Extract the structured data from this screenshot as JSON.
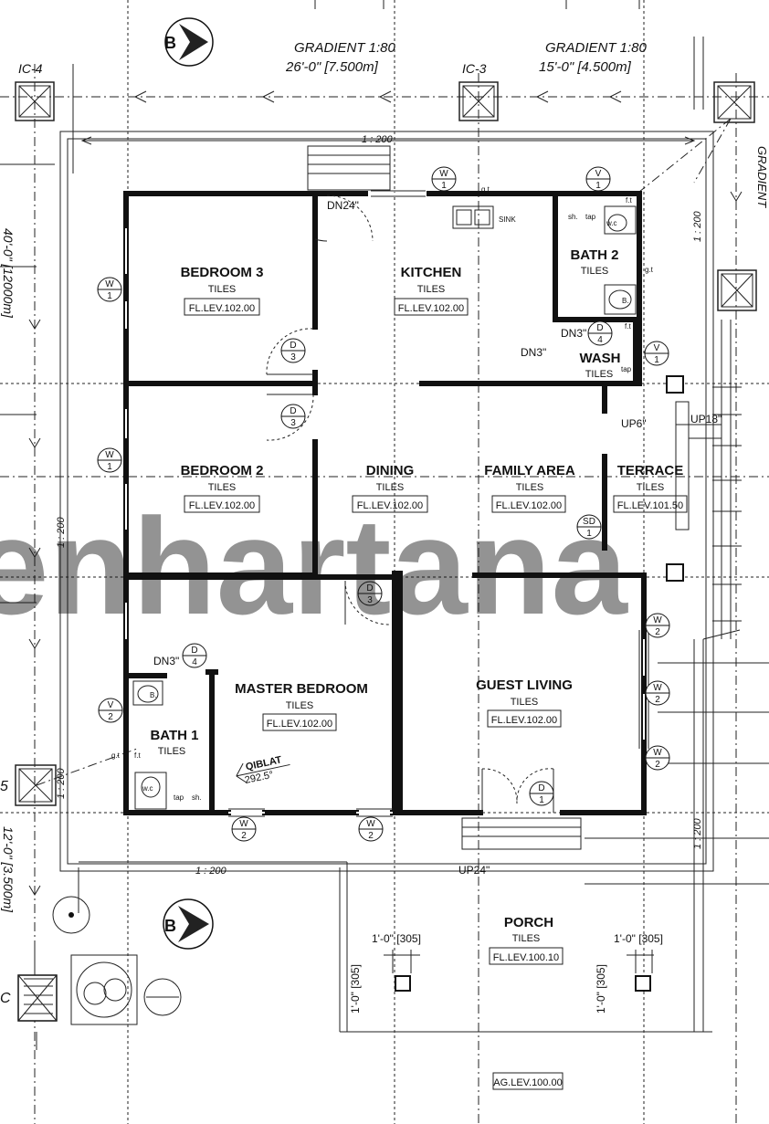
{
  "compass": [
    "B",
    "B"
  ],
  "gradients": [
    {
      "label": "GRADIENT  1:80",
      "dim": "26'-0\" [7.500m]"
    },
    {
      "label": "GRADIENT  1:80",
      "dim": "15'-0\" [4.500m]"
    }
  ],
  "ic_labels": [
    "IC-4",
    "IC-3"
  ],
  "rooms": [
    {
      "id": "bedroom3",
      "name": "BEDROOM 3",
      "finish": "TILES",
      "level": "FL.LEV.102.00"
    },
    {
      "id": "kitchen",
      "name": "KITCHEN",
      "finish": "TILES",
      "level": "FL.LEV.102.00"
    },
    {
      "id": "bath2",
      "name": "BATH 2",
      "finish": "TILES",
      "level": ""
    },
    {
      "id": "wash",
      "name": "WASH",
      "finish": "TILES",
      "level": ""
    },
    {
      "id": "bedroom2",
      "name": "BEDROOM 2",
      "finish": "TILES",
      "level": "FL.LEV.102.00"
    },
    {
      "id": "dining",
      "name": "DINING",
      "finish": "TILES",
      "level": "FL.LEV.102.00"
    },
    {
      "id": "family",
      "name": "FAMILY AREA",
      "finish": "TILES",
      "level": "FL.LEV.102.00"
    },
    {
      "id": "terrace",
      "name": "TERRACE",
      "finish": "TILES",
      "level": "FL.LEV.101.50"
    },
    {
      "id": "master",
      "name": "MASTER BEDROOM",
      "finish": "TILES",
      "level": "FL.LEV.102.00"
    },
    {
      "id": "guest",
      "name": "GUEST LIVING",
      "finish": "TILES",
      "level": "FL.LEV.102.00"
    },
    {
      "id": "bath1",
      "name": "BATH 1",
      "finish": "TILES",
      "level": ""
    },
    {
      "id": "porch",
      "name": "PORCH",
      "finish": "TILES",
      "level": "FL.LEV.100.10"
    }
  ],
  "tags": {
    "w1": [
      "W",
      "1"
    ],
    "w2": [
      "W",
      "2"
    ],
    "v1": [
      "V",
      "1"
    ],
    "v2": [
      "V",
      "2"
    ],
    "d1": [
      "D",
      "1"
    ],
    "d3": [
      "D",
      "3"
    ],
    "d4": [
      "D",
      "4"
    ],
    "sd1": [
      "SD",
      "1"
    ]
  },
  "labels": {
    "dn24": "DN24\"",
    "dn3": "DN3\"",
    "up6": "UP6\"",
    "up18": "UP18\"",
    "up24": "UP24\"",
    "sink": "SINK",
    "gt": "g.t",
    "ft": "f.t",
    "sh": "sh.",
    "tap": "tap",
    "wc": "w.c",
    "b": "B.",
    "qiblat": "QIBLAT",
    "qiblat_deg": "292.5°",
    "scale": "1 : 200",
    "dim_1ft": "1'-0\" [305]",
    "aglev": "AG.LEV.100.00",
    "left_dim_1": "40'-0\" [12000m]",
    "left_dim_2": "12'-0\" [3.500m]",
    "right_grad": "GRADIENT",
    "num5": "5",
    "c": "C"
  },
  "watermark": "enhartana"
}
